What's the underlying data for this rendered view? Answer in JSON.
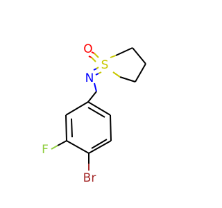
{
  "molecule": {
    "atoms": {
      "oxygen": {
        "symbol": "O",
        "color": "#ff0000"
      },
      "sulfur": {
        "symbol": "S",
        "color": "#c8c800"
      },
      "nitrogen": {
        "symbol": "N",
        "color": "#0000ff"
      },
      "fluorine": {
        "symbol": "F",
        "color": "#8fce3f"
      },
      "bromine": {
        "symbol": "Br",
        "color": "#a52a2a"
      }
    },
    "bond_color": "#000000"
  }
}
